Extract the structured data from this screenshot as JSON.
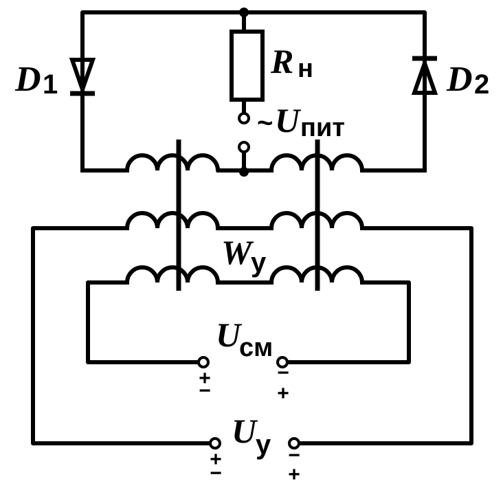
{
  "labels": {
    "d1": {
      "main": "D",
      "sub": "1"
    },
    "d2": {
      "main": "D",
      "sub": "2"
    },
    "rn": {
      "main": "R",
      "sub": "н"
    },
    "upit": {
      "prefix": "~",
      "main": "U",
      "sub": "пит"
    },
    "wy": {
      "main": "W",
      "sub": "у"
    },
    "ucm": {
      "main": "U",
      "sub": "см"
    },
    "uy": {
      "main": "U",
      "sub": "у"
    }
  },
  "polarity": {
    "ucm_left": {
      "top": "+",
      "bottom": "−"
    },
    "ucm_right": {
      "top": "−",
      "bottom": "+"
    },
    "uy_left": {
      "top": "+",
      "bottom": "−"
    },
    "uy_right": {
      "top": "−",
      "bottom": "+"
    }
  }
}
